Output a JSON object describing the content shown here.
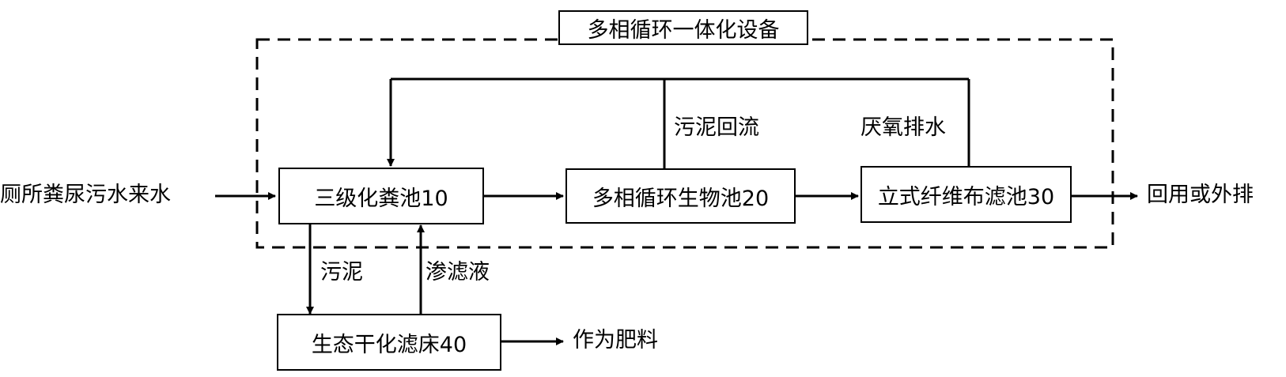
{
  "equipment_title": "多相循环一体化设备",
  "input_label": "厕所粪尿污水来水",
  "output_label": "回用或外排",
  "fertilizer_label": "作为肥料",
  "boxes": {
    "septic_tank": "三级化粪池10",
    "bio_tank": "多相循环生物池20",
    "filter_tank": "立式纤维布滤池30",
    "dry_bed": "生态干化滤床40"
  },
  "flow_labels": {
    "sludge_return": "污泥回流",
    "anaerobic_drain": "厌氧排水",
    "sludge": "污泥",
    "leachate": "渗滤液"
  }
}
